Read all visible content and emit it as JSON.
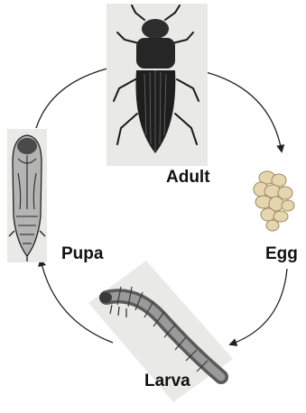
{
  "stages": {
    "adult": {
      "label": "Adult",
      "illustration": "beetle-illustration"
    },
    "egg": {
      "label": "Egg",
      "illustration": "egg-cluster-illustration"
    },
    "larva": {
      "label": "Larva",
      "illustration": "larva-illustration"
    },
    "pupa": {
      "label": "Pupa",
      "illustration": "pupa-illustration"
    }
  },
  "colors": {
    "ink": "#111111",
    "arrow": "#222222",
    "photo_background": "#e9e9e7",
    "egg_fill": "#e6d6b0"
  }
}
